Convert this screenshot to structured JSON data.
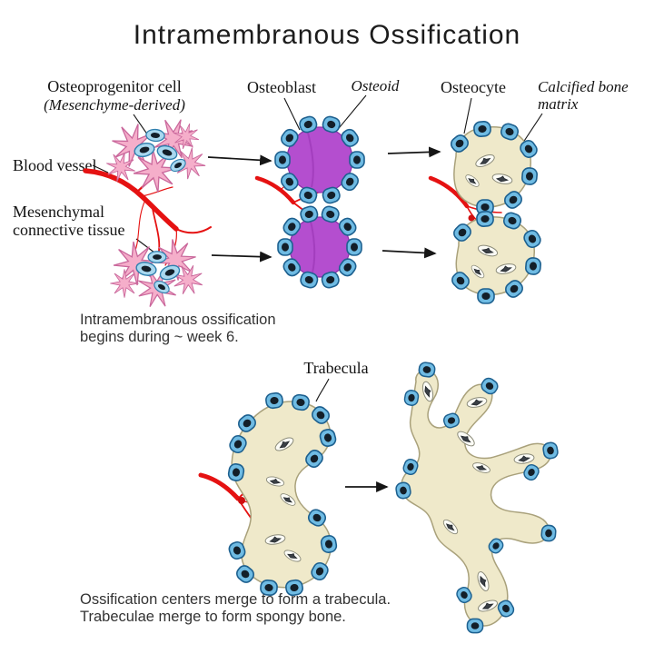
{
  "title": "Intramembranous Ossification",
  "colors": {
    "mesenchyme_pink": "#f5aeca",
    "mesenchyme_outline": "#c9679b",
    "cell_blue": "#6fbbe3",
    "cell_blue_outline": "#1d608f",
    "nucleus_dark": "#131f29",
    "osteoid_purple": "#b44ecf",
    "bone_beige": "#efe9ca",
    "bone_outline": "#a9a17b",
    "vessel_red": "#e51212",
    "line_black": "#161616"
  },
  "stage1": {
    "label_cell": "Osteoprogenitor cell",
    "label_cell_sub": "(Mesenchyme-derived)",
    "label_vessel": "Blood vessel",
    "label_tissue_line1": "Mesenchymal",
    "label_tissue_line2": "connective tissue"
  },
  "stage2": {
    "label_cell": "Osteoblast",
    "label_matrix": "Osteoid"
  },
  "stage3": {
    "label_cell": "Osteocyte",
    "label_matrix_line1": "Calcified bone",
    "label_matrix_line2": "matrix"
  },
  "caption_top": {
    "line1": "Intramembranous ossification",
    "line2": "begins during ~ week 6."
  },
  "bottom": {
    "label_trabecula": "Trabecula",
    "caption_line1": "Ossification centers merge to form a trabecula.",
    "caption_line2": "Trabeculae merge to form spongy bone."
  }
}
